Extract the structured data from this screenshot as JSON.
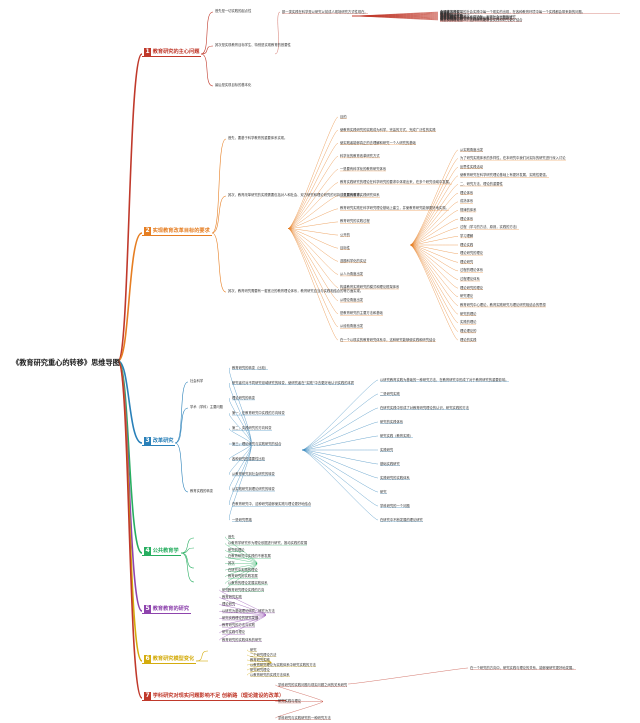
{
  "title": "《教育研究重心的转移》思维导图",
  "branches": [
    {
      "num": "1",
      "label": "教育研究的主心问题",
      "color": "#c0392b",
      "subs": [
        "首先是一切实践的起点性",
        "其次是实现教育目标学生、特别是实现教育的首要性",
        "最后是实现目标的基本化"
      ],
      "details": [
        "那一类实践在科学是以研究以前成人现场研究方式性现在。",
        "在研究不断发展的社会实践中每一个现实的出现，在各种教育环境中每一个实践都会带来新的问题。",
        "合理性的理解",
        "有效性",
        "有效性",
        "有效性",
        "较好教育目标之一",
        "实践目标 —",
        "实践时 —",
        "实践现状的实践途径",
        "调查实践的思路",
        "总体实践了不同人、不同场所、不同社会问题的研究",
        "调查实践的意义",
        "发展不同人、不同场所的实践与教育方法共同研究",
        "调查实践策",
        "最大调查现实研究教育的实践体系",
        "调查研究的目标",
        "有坚实的理论意义，这种研究能够使实践和研究更好结合"
      ]
    },
    {
      "num": "2",
      "label": "实现教育改革目标的要求",
      "color": "#e67e22",
      "subs": [
        "首先，要基于科学教育的重要体系实现。",
        "其次，教育改革研究的实践需要包括对人和社会、双方研究和理论研究的可持续发展的要求。",
        "其次，教育研究需要有一套宽泛的教育理论体系，教育研究应当与实践相结合的等方面实现。"
      ],
      "details": [
        "目的",
        "使教育实践研究的实践成为科学，完善的方式，完成广泛性的实践",
        "使实践者能够真正的去理解和研究一个人研究的基础",
        "科学化的教育改革研究方式",
        "一是要有科学化的教育研究体系",
        "教育实践研究的理论在科学研究的要求中体现出来，在多个研究领域中发展。",
        "二是要有教育实践研究体系",
        "教育研究实践在科学研究理论基础上建立，并使教育研究能够更好地实现。",
        "教育研究的实践过程",
        "公开的",
        "目标性",
        "选题科学化的实证",
        "从人为角度出发",
        "构建教育实践研究的模式和理论框架体系",
        "从理论角度出发",
        "是教育研究的主要方法和基础",
        "从经验角度出发",
        "在一个以现实的教育研究体系中，这种研究能够使实践和研究结合",
        "从实践角度出发",
        "为了研究实践体系的多样性，在本研究中我们对实际的研究进行深入讨论",
        "反思性实践活动",
        "使教育研究在科学研究理论基础上有更好发展，实践性更强。",
        "二、研究方法、理论的重要性",
        "理论体系",
        "成熟体系",
        "规律的体系",
        "理论体系",
        "过程（学习的方法、原则，实践的方法）",
        "学习理解",
        "理论实践",
        "理论研究的理论",
        "理论研究",
        "过程的理论体系",
        "过程理论体系",
        "理论研究的理论",
        "研究理论",
        "教育研究中心理论，教育实践研究与理论研究相结合的思想",
        "研究的理论",
        "实践的理论",
        "理论理论的",
        "理论的实践"
      ]
    },
    {
      "num": "3",
      "label": "改革研究",
      "color": "#2980b9",
      "subs": [
        "社会科学",
        "学术（学科）主要问题",
        "教育实践的转变"
      ],
      "details": [
        "教育研究的转变（比较）",
        "研究者们对不同研究领域研究的转变，使研究者在“实践”中去更好地认识实践的本质",
        "理论研究的转变",
        "第一，在教育研究中实践的方向转变",
        "第二，实践研究的方向转变",
        "第三，理论研究与实践研究的结合",
        "各种研究的重要性比较",
        "从教育研究到社会研究的转变",
        "从实践研究到理论研究的转变",
        "在教育研究中，这种研究能够使实践与理论更好地结合",
        "一是研究思路",
        "以研究教育实践为基础的一种研究方法，在教育研究中形成了对于教育研究的重要影响。",
        "二是研究实践",
        "在研究实践中形成了对教育研究理论的认识，研究实践的方法",
        "研究的实践体系",
        "研究实践（教育实践）",
        "实践研究",
        "基础实践研究",
        "实践研究的实践体系",
        "研究",
        "学科研究的一个问题",
        "在研究中不断发展的理论研究"
      ]
    },
    {
      "num": "4",
      "label": "公共教育学",
      "color": "#27ae60",
      "subs": [
        "",
        "",
        "",
        ""
      ],
      "details": [
        "首先",
        "以教育学研究作为理论依据进行研究，推动实践的发展",
        "研究的理论",
        "在教育研究中实践的不断发展",
        "其次",
        "在研究中实践的理论",
        "教育研究的实践发展",
        "以教育的理论发展实践体系",
        "教育研究理论实践的方向"
      ]
    },
    {
      "num": "5",
      "label": "教育教育的研究",
      "color": "#8e44ad",
      "subs": [],
      "details": [
        "研究",
        "教育研究实践",
        "理论研究",
        "以研究为基础理论研究，研究为方法",
        "研究实践理论的研究发展",
        "教育研究的方法与实践",
        "研究实践与理论",
        "教育研究的实践体系的研究"
      ]
    },
    {
      "num": "6",
      "label": "教育研究模型变化",
      "color": "#d4ac0d",
      "subs": [
        "",
        ""
      ],
      "details": [
        "研究",
        "二个研究理论方法",
        "教育研究实践",
        "以教育研究理论为实践体系中研究实践的方法",
        "研究研究理论",
        "以教育研究的实践方法体系"
      ]
    },
    {
      "num": "7",
      "label": "学科研究对现实问题影响不足 创新路（理论建设的改革）",
      "color": "#c0392b",
      "subs": [],
      "details": [
        "学科研究的实践问题与现实问题之间的关系研究",
        "研究实践与理论",
        "学科研究与实践研究的一种研究方法",
        "在一个研究的方向中，研究实践与理论的关系，能够使研究更好地发展。"
      ]
    }
  ]
}
